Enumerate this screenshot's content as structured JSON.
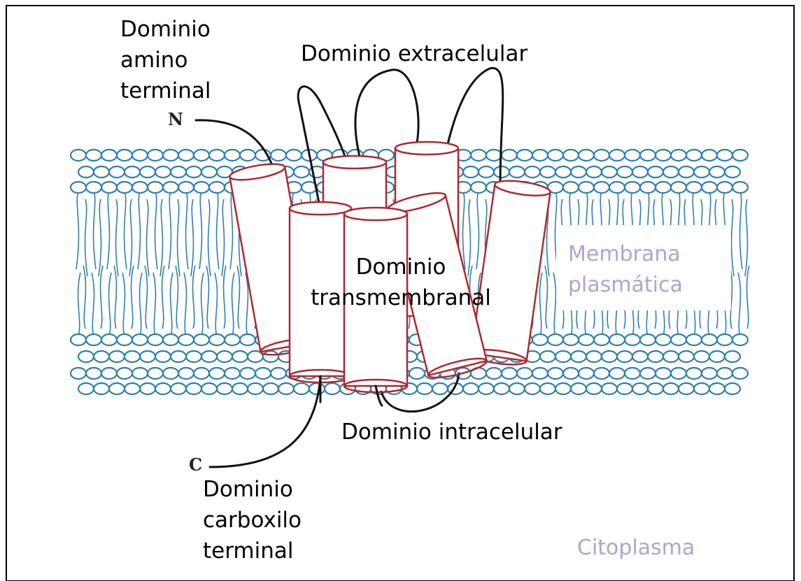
{
  "labels": {
    "amino_terminal": "Dominio\namino\nterminal",
    "extracellular": "Dominio extracelular",
    "transmembrane": "Dominio\ntransmembranal",
    "intracellular": "Dominio intracelular",
    "carboxyl_terminal": "Dominio\ncarboxilo\nterminal",
    "membrane": "Membrana\nplasmática",
    "cytoplasm": "Citoplasma",
    "n_terminus": "N",
    "c_terminus": "C"
  },
  "colors": {
    "lipid": "#2e7fb0",
    "helix_outline": "#b0282e",
    "chain": "#111111",
    "region_label": "#b3a2cf"
  }
}
